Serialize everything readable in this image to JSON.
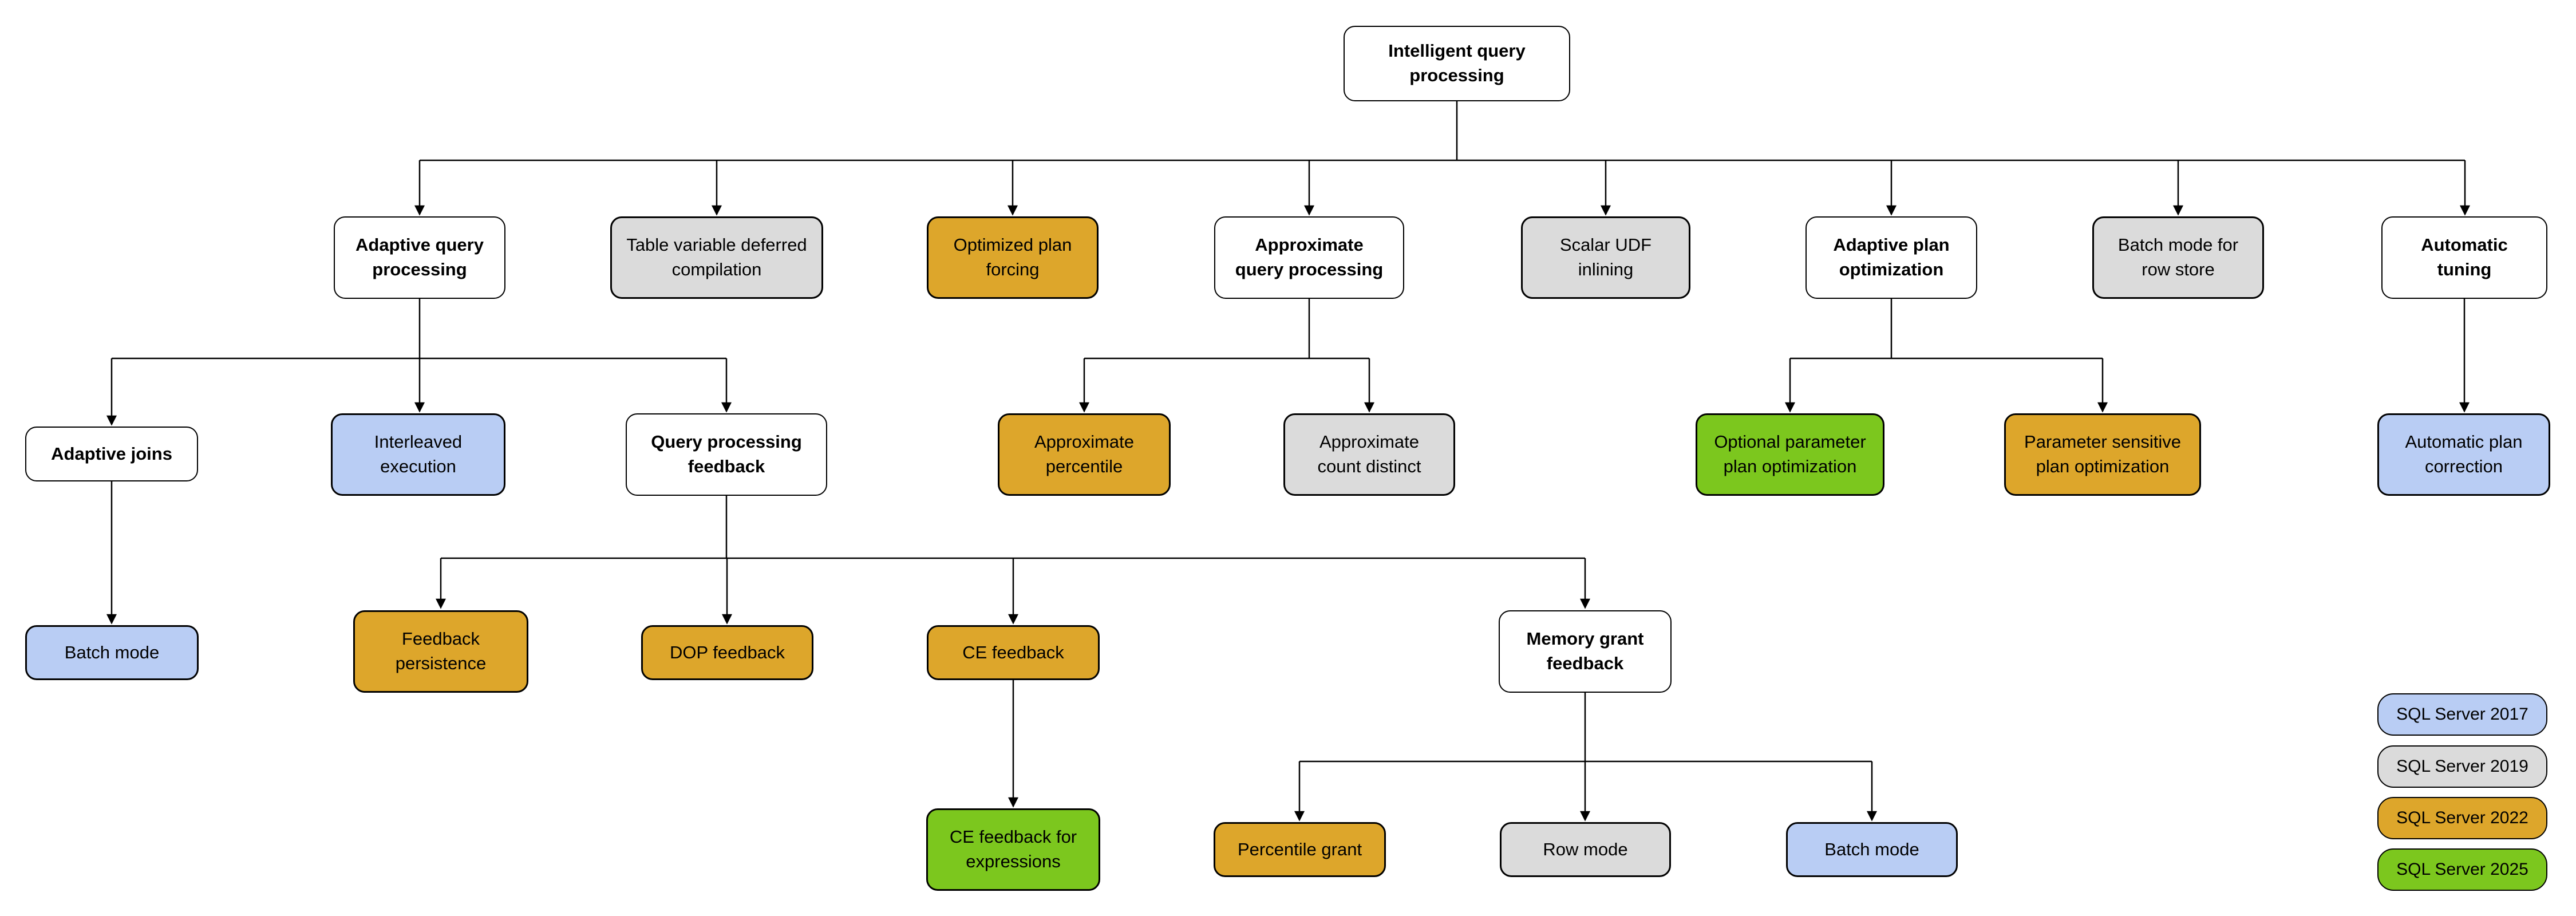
{
  "versions": {
    "2017": {
      "label": "SQL Server 2017",
      "color": "#b9cdf4"
    },
    "2019": {
      "label": "SQL Server 2019",
      "color": "#dbdbdb"
    },
    "2022": {
      "label": "SQL Server 2022",
      "color": "#dda62b"
    },
    "2025": {
      "label": "SQL Server 2025",
      "color": "#7cc71e"
    }
  },
  "legend": {
    "order": [
      "2017",
      "2019",
      "2022",
      "2025"
    ]
  },
  "tree": {
    "label": "Intelligent query processing",
    "children": [
      {
        "label": "Adaptive query processing",
        "children": [
          {
            "label": "Adaptive joins",
            "children": [
              {
                "label": "Batch mode",
                "version": "2017"
              }
            ]
          },
          {
            "label": "Interleaved execution",
            "version": "2017"
          },
          {
            "label": "Query processing feedback",
            "children": [
              {
                "label": "Feedback persistence",
                "version": "2022"
              },
              {
                "label": "DOP feedback",
                "version": "2022"
              },
              {
                "label": "CE feedback",
                "version": "2022",
                "children": [
                  {
                    "label": "CE feedback for expressions",
                    "version": "2025"
                  }
                ]
              },
              {
                "label": "Memory grant feedback",
                "children": [
                  {
                    "label": "Percentile grant",
                    "version": "2022"
                  },
                  {
                    "label": "Row mode",
                    "version": "2019"
                  },
                  {
                    "label": "Batch mode",
                    "version": "2017"
                  }
                ]
              }
            ]
          }
        ]
      },
      {
        "label": "Table variable deferred compilation",
        "version": "2019"
      },
      {
        "label": "Optimized plan forcing",
        "version": "2022"
      },
      {
        "label": "Approximate query processing",
        "children": [
          {
            "label": "Approximate percentile",
            "version": "2022"
          },
          {
            "label": "Approximate count distinct",
            "version": "2019"
          }
        ]
      },
      {
        "label": "Scalar UDF inlining",
        "version": "2019"
      },
      {
        "label": "Adaptive plan optimization",
        "children": [
          {
            "label": "Optional parameter plan optimization",
            "version": "2025"
          },
          {
            "label": "Parameter sensitive plan optimization",
            "version": "2022"
          }
        ]
      },
      {
        "label": "Batch mode for row store",
        "version": "2019"
      },
      {
        "label": "Automatic tuning",
        "children": [
          {
            "label": "Automatic plan correction",
            "version": "2017"
          }
        ]
      }
    ]
  }
}
